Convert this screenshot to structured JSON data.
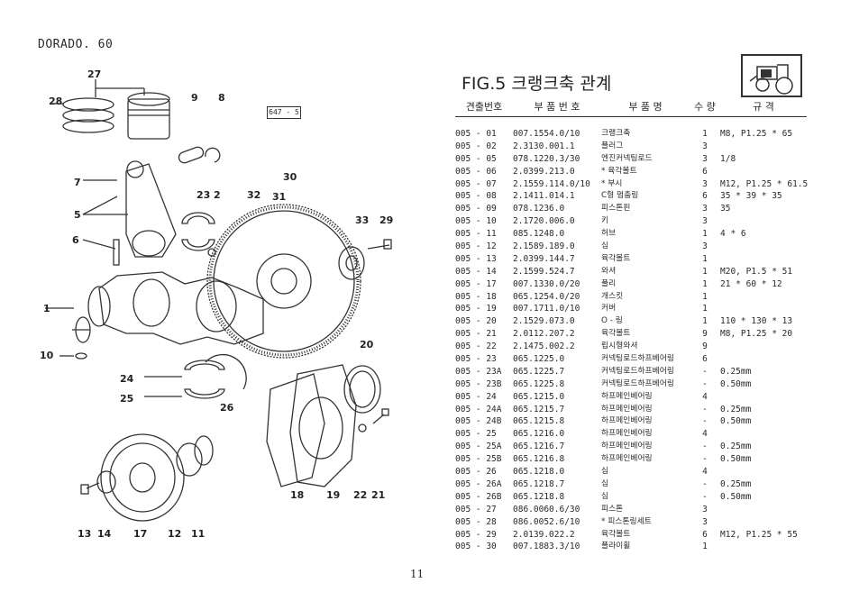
{
  "header": {
    "model": "DORADO. 60"
  },
  "figure": {
    "title": "FIG.5 크랭크축 관계",
    "plate_code": "647 - 5"
  },
  "table": {
    "headers": [
      "견출번호",
      "부 품 번 호",
      "부 품 명",
      "수 량",
      "규 격"
    ],
    "rows": [
      [
        "005 - 01",
        "007.1554.0/10",
        "크랭크축",
        "1",
        "M8, P1.25 * 65"
      ],
      [
        "005 - 02",
        "2.3130.001.1",
        "플러그",
        "3",
        ""
      ],
      [
        "005 - 05",
        "078.1220.3/30",
        "엔진커넥팅로드",
        "3",
        "1/8"
      ],
      [
        "005 - 06",
        "2.0399.213.0",
        "* 육각볼트",
        "6",
        ""
      ],
      [
        "005 - 07",
        "2.1559.114.0/10",
        "* 부시",
        "3",
        "M12, P1.25 * 61.5"
      ],
      [
        "005 - 08",
        "2.1411.014.1",
        "C형 멈춤링",
        "6",
        "35 * 39 * 35"
      ],
      [
        "005 - 09",
        "078.1236.0",
        "피스톤핀",
        "3",
        "35"
      ],
      [
        "005 - 10",
        "2.1720.006.0",
        "키",
        "3",
        ""
      ],
      [
        "005 - 11",
        "085.1248.0",
        "허브",
        "1",
        "4 * 6"
      ],
      [
        "005 - 12",
        "2.1589.189.0",
        "심",
        "3",
        ""
      ],
      [
        "005 - 13",
        "2.0399.144.7",
        "육각볼트",
        "1",
        ""
      ],
      [
        "005 - 14",
        "2.1599.524.7",
        "와셔",
        "1",
        "M20, P1.5 * 51"
      ],
      [
        "005 - 17",
        "007.1330.0/20",
        "풀리",
        "1",
        "21 * 60 * 12"
      ],
      [
        "005 - 18",
        "065.1254.0/20",
        "개스킷",
        "1",
        ""
      ],
      [
        "005 - 19",
        "007.1711.0/10",
        "커버",
        "1",
        ""
      ],
      [
        "005 - 20",
        "2.1529.073.0",
        "O - 링",
        "1",
        "110 * 130 * 13"
      ],
      [
        "005 - 21",
        "2.0112.207.2",
        "육각볼트",
        "9",
        "M8, P1.25 * 20"
      ],
      [
        "005 - 22",
        "2.1475.002.2",
        "립시형와셔",
        "9",
        ""
      ],
      [
        "005 - 23",
        "065.1225.0",
        "커넥팅로드하프베어링",
        "6",
        ""
      ],
      [
        "005 - 23A",
        "065.1225.7",
        "커넥팅로드하프베어링",
        "-",
        "0.25mm"
      ],
      [
        "005 - 23B",
        "065.1225.8",
        "커넥팅로드하프베어링",
        "-",
        "0.50mm"
      ],
      [
        "005 - 24",
        "065.1215.0",
        "하프메인베어링",
        "4",
        ""
      ],
      [
        "005 - 24A",
        "065.1215.7",
        "하프메인베어링",
        "-",
        "0.25mm"
      ],
      [
        "005 - 24B",
        "065.1215.8",
        "하프메인베어링",
        "-",
        "0.50mm"
      ],
      [
        "005 - 25",
        "065.1216.0",
        "하프메인베어링",
        "4",
        ""
      ],
      [
        "005 - 25A",
        "065.1216.7",
        "하프메인베어링",
        "-",
        "0.25mm"
      ],
      [
        "005 - 25B",
        "065.1216.8",
        "하프메인베어링",
        "-",
        "0.50mm"
      ],
      [
        "005 - 26",
        "065.1218.0",
        "심",
        "4",
        ""
      ],
      [
        "005 - 26A",
        "065.1218.7",
        "심",
        "-",
        "0.25mm"
      ],
      [
        "005 - 26B",
        "065.1218.8",
        "심",
        "-",
        "0.50mm"
      ],
      [
        "005 - 27",
        "086.0060.6/30",
        "피스톤",
        "3",
        ""
      ],
      [
        "005 - 28",
        "086.0052.6/10",
        "* 피스톤링세트",
        "3",
        ""
      ],
      [
        "005 - 29",
        "2.0139.022.2",
        "육각볼트",
        "6",
        "M12, P1.25 * 55"
      ],
      [
        "005 - 30",
        "007.1883.3/10",
        "플라이휠",
        "1",
        ""
      ]
    ]
  },
  "diagram": {
    "callouts": [
      {
        "id": "27",
        "text": "27"
      },
      {
        "id": "28",
        "text": "28"
      },
      {
        "id": "9",
        "text": "9"
      },
      {
        "id": "8",
        "text": "8"
      },
      {
        "id": "7",
        "text": "7"
      },
      {
        "id": "5",
        "text": "5"
      },
      {
        "id": "6",
        "text": "6"
      },
      {
        "id": "23",
        "text": "23"
      },
      {
        "id": "2",
        "text": "2"
      },
      {
        "id": "32",
        "text": "32"
      },
      {
        "id": "31",
        "text": "31"
      },
      {
        "id": "30",
        "text": "30"
      },
      {
        "id": "33",
        "text": "33"
      },
      {
        "id": "29",
        "text": "29"
      },
      {
        "id": "1",
        "text": "1"
      },
      {
        "id": "10",
        "text": "10"
      },
      {
        "id": "20",
        "text": "20"
      },
      {
        "id": "24",
        "text": "24"
      },
      {
        "id": "25",
        "text": "25"
      },
      {
        "id": "26",
        "text": "26"
      },
      {
        "id": "18",
        "text": "18"
      },
      {
        "id": "19",
        "text": "19"
      },
      {
        "id": "22",
        "text": "22"
      },
      {
        "id": "21",
        "text": "21"
      },
      {
        "id": "13",
        "text": "13"
      },
      {
        "id": "14",
        "text": "14"
      },
      {
        "id": "17",
        "text": "17"
      },
      {
        "id": "12",
        "text": "12"
      },
      {
        "id": "11",
        "text": "11"
      }
    ]
  },
  "footer": {
    "page_number": "11"
  }
}
